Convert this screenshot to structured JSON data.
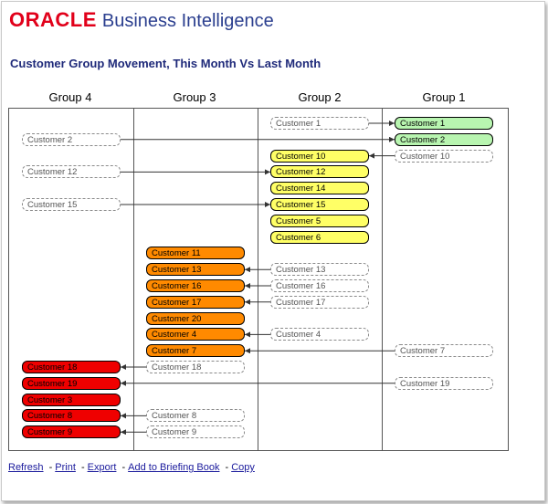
{
  "brand": {
    "oracle": "ORACLE",
    "product": "Business Intelligence"
  },
  "report": {
    "title": "Customer Group Movement, This Month Vs Last Month"
  },
  "colors": {
    "group1": "#b8f5b0",
    "group2": "#ffff66",
    "group3": "#ff8a00",
    "group4": "#ef0000"
  },
  "groups": [
    "Group 4",
    "Group 3",
    "Group 2",
    "Group 1"
  ],
  "nodes": [
    {
      "label": "Customer 1",
      "group": 2,
      "row": 0,
      "kind": "ghost"
    },
    {
      "label": "Customer 1",
      "group": 1,
      "row": 0,
      "kind": "solid"
    },
    {
      "label": "Customer 2",
      "group": 4,
      "row": 1,
      "kind": "ghost"
    },
    {
      "label": "Customer 2",
      "group": 1,
      "row": 1,
      "kind": "solid"
    },
    {
      "label": "Customer 10",
      "group": 2,
      "row": 2,
      "kind": "solid"
    },
    {
      "label": "Customer 10",
      "group": 1,
      "row": 2,
      "kind": "ghost"
    },
    {
      "label": "Customer 12",
      "group": 4,
      "row": 3,
      "kind": "ghost"
    },
    {
      "label": "Customer 12",
      "group": 2,
      "row": 3,
      "kind": "solid"
    },
    {
      "label": "Customer 14",
      "group": 2,
      "row": 4,
      "kind": "solid"
    },
    {
      "label": "Customer 15",
      "group": 4,
      "row": 5,
      "kind": "ghost"
    },
    {
      "label": "Customer 15",
      "group": 2,
      "row": 5,
      "kind": "solid"
    },
    {
      "label": "Customer 5",
      "group": 2,
      "row": 6,
      "kind": "solid"
    },
    {
      "label": "Customer 6",
      "group": 2,
      "row": 7,
      "kind": "solid"
    },
    {
      "label": "Customer 11",
      "group": 3,
      "row": 8,
      "kind": "solid"
    },
    {
      "label": "Customer 13",
      "group": 3,
      "row": 9,
      "kind": "solid"
    },
    {
      "label": "Customer 13",
      "group": 2,
      "row": 9,
      "kind": "ghost"
    },
    {
      "label": "Customer 16",
      "group": 3,
      "row": 10,
      "kind": "solid"
    },
    {
      "label": "Customer 16",
      "group": 2,
      "row": 10,
      "kind": "ghost"
    },
    {
      "label": "Customer 17",
      "group": 3,
      "row": 11,
      "kind": "solid"
    },
    {
      "label": "Customer 17",
      "group": 2,
      "row": 11,
      "kind": "ghost"
    },
    {
      "label": "Customer 20",
      "group": 3,
      "row": 12,
      "kind": "solid"
    },
    {
      "label": "Customer 4",
      "group": 3,
      "row": 13,
      "kind": "solid"
    },
    {
      "label": "Customer 4",
      "group": 2,
      "row": 13,
      "kind": "ghost"
    },
    {
      "label": "Customer 7",
      "group": 3,
      "row": 14,
      "kind": "solid"
    },
    {
      "label": "Customer 7",
      "group": 1,
      "row": 14,
      "kind": "ghost"
    },
    {
      "label": "Customer 18",
      "group": 4,
      "row": 15,
      "kind": "solid"
    },
    {
      "label": "Customer 18",
      "group": 3,
      "row": 15,
      "kind": "ghost"
    },
    {
      "label": "Customer 19",
      "group": 4,
      "row": 16,
      "kind": "solid"
    },
    {
      "label": "Customer 19",
      "group": 1,
      "row": 16,
      "kind": "ghost"
    },
    {
      "label": "Customer 3",
      "group": 4,
      "row": 17,
      "kind": "solid"
    },
    {
      "label": "Customer 8",
      "group": 4,
      "row": 18,
      "kind": "solid"
    },
    {
      "label": "Customer 8",
      "group": 3,
      "row": 18,
      "kind": "ghost"
    },
    {
      "label": "Customer 9",
      "group": 4,
      "row": 19,
      "kind": "solid"
    },
    {
      "label": "Customer 9",
      "group": 3,
      "row": 19,
      "kind": "ghost"
    }
  ],
  "movements": [
    {
      "customer": "Customer 1",
      "from": 2,
      "to": 1,
      "row": 0
    },
    {
      "customer": "Customer 2",
      "from": 4,
      "to": 1,
      "row": 1
    },
    {
      "customer": "Customer 10",
      "from": 1,
      "to": 2,
      "row": 2
    },
    {
      "customer": "Customer 12",
      "from": 4,
      "to": 2,
      "row": 3
    },
    {
      "customer": "Customer 15",
      "from": 4,
      "to": 2,
      "row": 5
    },
    {
      "customer": "Customer 13",
      "from": 2,
      "to": 3,
      "row": 9
    },
    {
      "customer": "Customer 16",
      "from": 2,
      "to": 3,
      "row": 10
    },
    {
      "customer": "Customer 17",
      "from": 2,
      "to": 3,
      "row": 11
    },
    {
      "customer": "Customer 4",
      "from": 2,
      "to": 3,
      "row": 13
    },
    {
      "customer": "Customer 7",
      "from": 1,
      "to": 3,
      "row": 14
    },
    {
      "customer": "Customer 18",
      "from": 3,
      "to": 4,
      "row": 15
    },
    {
      "customer": "Customer 19",
      "from": 1,
      "to": 4,
      "row": 16
    },
    {
      "customer": "Customer 8",
      "from": 3,
      "to": 4,
      "row": 18
    },
    {
      "customer": "Customer 9",
      "from": 3,
      "to": 4,
      "row": 19
    }
  ],
  "footer": {
    "links": [
      "Refresh",
      "Print",
      "Export",
      "Add to Briefing Book",
      "Copy"
    ],
    "separator": "-"
  }
}
